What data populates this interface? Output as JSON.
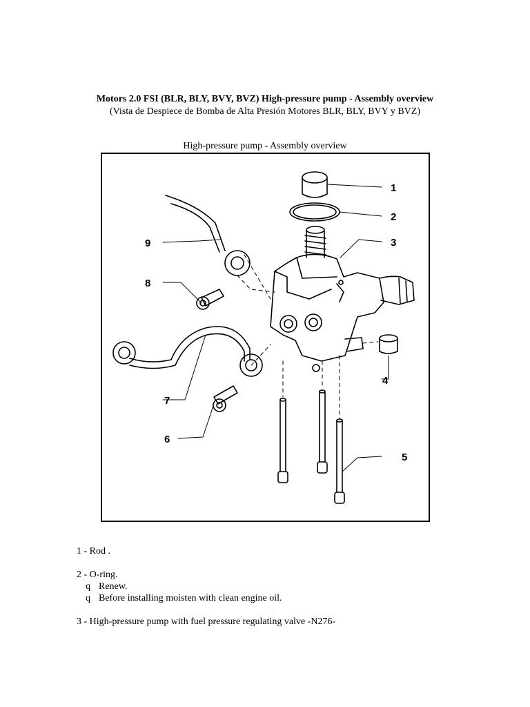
{
  "header": {
    "title": "Motors 2.0 FSI (BLR, BLY, BVY, BVZ) High-pressure pump - Assembly overview",
    "subtitle": "(Vista de Despiece de Bomba de Alta Presión Motores BLR, BLY, BVY y BVZ)"
  },
  "figure": {
    "caption": "High-pressure pump - Assembly overview",
    "callouts": [
      "1",
      "2",
      "3",
      "4",
      "5",
      "6",
      "7",
      "8",
      "9"
    ]
  },
  "items": [
    {
      "text": "1 - Rod ."
    },
    {
      "text": "2 - O-ring.",
      "bullets": [
        "Renew.",
        "Before installing moisten with clean engine oil."
      ]
    },
    {
      "text": "3 - High-pressure pump with fuel pressure regulating valve -N276-"
    }
  ],
  "bullet_glyph": "q"
}
